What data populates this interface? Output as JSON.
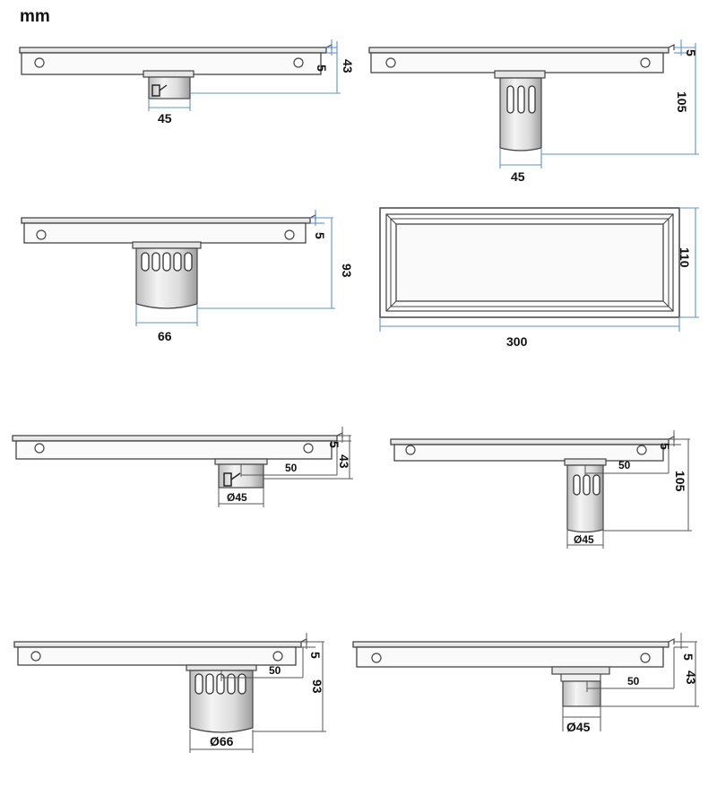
{
  "unit_label": "mm",
  "colors": {
    "dim_line_blue": "#5b8fdc",
    "dim_line_gray": "#555555",
    "outline": "#444444",
    "fill_light": "#ececec"
  },
  "views": {
    "p1": {
      "width": "45",
      "height": "43",
      "flange": "5"
    },
    "p2": {
      "width": "45",
      "height": "105",
      "flange": "5"
    },
    "p3": {
      "width": "66",
      "height": "93",
      "flange": "5"
    },
    "top": {
      "length": "300",
      "width": "110"
    },
    "p5": {
      "diameter": "Ø45",
      "offset": "50",
      "height": "43",
      "flange": "5"
    },
    "p6": {
      "diameter": "Ø45",
      "offset": "50",
      "height": "105",
      "flange": "5"
    },
    "p7": {
      "diameter": "Ø66",
      "offset": "50",
      "height": "93",
      "flange": "5"
    },
    "p8": {
      "diameter": "Ø45",
      "offset": "50",
      "height": "43",
      "flange": "5"
    }
  }
}
